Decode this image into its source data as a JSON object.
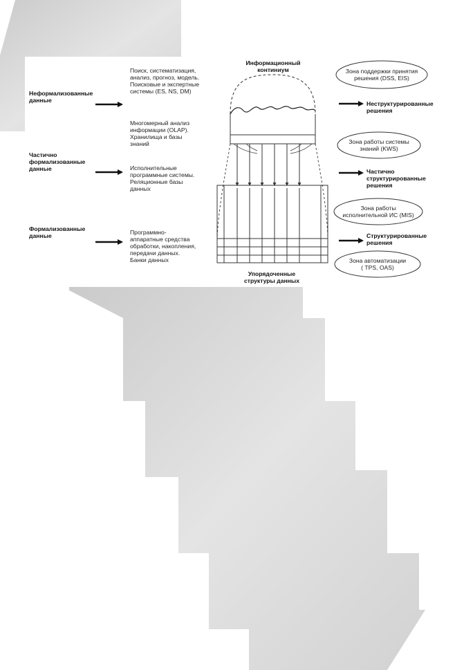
{
  "inputs": {
    "unformalized": [
      "Неформализованные",
      "данные"
    ],
    "partial": [
      "Частично",
      "формализованные",
      "данные"
    ],
    "formalized": [
      "Формализованные",
      "данные"
    ]
  },
  "processing": {
    "search": [
      "Поиск, систематизация,",
      "анализ, прогноз, модель.",
      "Поисковые и экспертные",
      "системы (ES, NS, DM)"
    ],
    "olap": [
      "Многомерный анализ",
      "информации (OLAP).",
      "Хранилища и базы",
      "знаний"
    ],
    "exec": [
      "Исполнительные",
      "программные системы.",
      "Реляционные базы",
      "данных"
    ],
    "hardware": [
      "Программно-",
      "аппаратные средства",
      "обработки, накопления,",
      "передачи данных.",
      "Банки данных"
    ]
  },
  "center": {
    "top_title": [
      "Информационный",
      "континиум"
    ],
    "bottom_title": [
      "Упорядоченные",
      "структуры данных"
    ]
  },
  "outputs": {
    "unstructured": [
      "Неструктурированные",
      "решения"
    ],
    "semi": [
      "Частично",
      "структурированные",
      "решения"
    ],
    "structured": [
      "Структурированные",
      "решения"
    ]
  },
  "zones": {
    "dss": [
      "Зона поддержки принятия",
      "решения (DSS, EIS)"
    ],
    "kws": [
      "Зона работы системы",
      "знаний (KWS)"
    ],
    "mis": [
      "Зона работы",
      "исполнительной ИС (MIS)"
    ],
    "tps": [
      "Зона автоматизации",
      "( TPS, OAS)"
    ]
  }
}
